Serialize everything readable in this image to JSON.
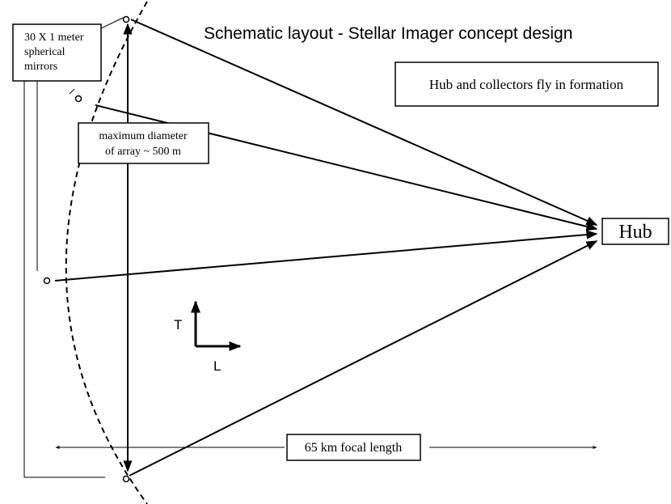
{
  "title": "Schematic layout - Stellar Imager concept design",
  "mirrors_box": {
    "lines": [
      "30 X 1 meter",
      "spherical",
      "mirrors"
    ]
  },
  "formation_box": {
    "label": "Hub and collectors fly in formation"
  },
  "diameter_box": {
    "lines": [
      "maximum diameter",
      "of array ~ 500 m"
    ]
  },
  "hub_box": {
    "label": "Hub"
  },
  "focal_box": {
    "label": "65 km focal length"
  },
  "axes": {
    "t_label": "T",
    "l_label": "L"
  }
}
